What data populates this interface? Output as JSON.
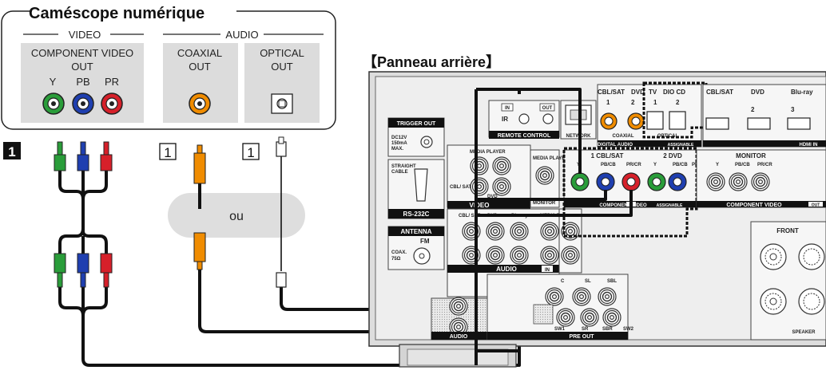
{
  "device": {
    "title": "Caméscope numérique",
    "video_group": "VIDEO",
    "audio_group": "AUDIO",
    "component_line1": "COMPONENT VIDEO",
    "component_line2": "OUT",
    "y": "Y",
    "pb": "PB",
    "pr": "PR",
    "coaxial_line1": "COAXIAL",
    "coaxial_line2": "OUT",
    "optical_line1": "OPTICAL",
    "optical_line2": "OUT"
  },
  "cables": {
    "marker_filled": "1",
    "marker_outline_1": "1",
    "marker_outline_2": "1",
    "ou": "ou"
  },
  "panel": {
    "title": "【Panneau arrière】",
    "trigger_out": "TRIGGER OUT",
    "trigger_spec1": "DC12V",
    "trigger_spec2": "150mA",
    "trigger_spec3": "MAX.",
    "straight1": "STRAIGHT",
    "straight2": "CABLE",
    "rs232c": "RS-232C",
    "antenna": "ANTENNA",
    "fm": "FM",
    "coax1": "COAX.",
    "coax2": "75Ω",
    "ir_in": "IN",
    "ir_out": "OUT",
    "ir": "IR",
    "remote_control": "REMOTE CONTROL",
    "network": "NETWORK",
    "media_player": "MEDIA PLAYER",
    "cbl_sat_short": "CBL/ SAT",
    "dvd": "DVD",
    "video": "VIDEO",
    "monitor_in": "MONITOR",
    "audio_in": "AUDIO",
    "in_badge": "IN",
    "cbl_sat_dig": "CBL/SAT",
    "dig_dvd": "DVD",
    "dig_tv": "TV",
    "dig_1": "1",
    "dig_2": "2",
    "coaxial": "COAXIAL",
    "digital_audio": "DIGITAL AUDIO",
    "optical": "OPTICAL",
    "assignable": "ASSIGNABLE",
    "opt_1": "1",
    "opt_2": "2",
    "audio_cd": "DIO  CD",
    "hdmi_cbl": "CBL/SAT",
    "hdmi_dvd": "DVD",
    "hdmi_bluray": "Blu-ray",
    "hdmi_2": "2",
    "hdmi_3": "3",
    "hdmi_in": "HDMI IN",
    "comp_1": "1 CBL/SAT",
    "comp_2": "2 DVD",
    "comp_y": "Y",
    "comp_pb": "PB/CB",
    "comp_pr": "PR/CR",
    "monitor": "MONITOR",
    "component_video": "COMPONENT VIDEO",
    "comp_in": "IN",
    "comp_out": "OUT",
    "front": "FRONT",
    "speaker": "SPEAKER",
    "audio_out": "AUDIO",
    "pre_out": "PRE OUT",
    "sw1": "SW1",
    "sr": "SR",
    "sbr": "SBR",
    "sw2": "SW2",
    "c": "C",
    "sl": "SL",
    "sbl": "SBL"
  }
}
